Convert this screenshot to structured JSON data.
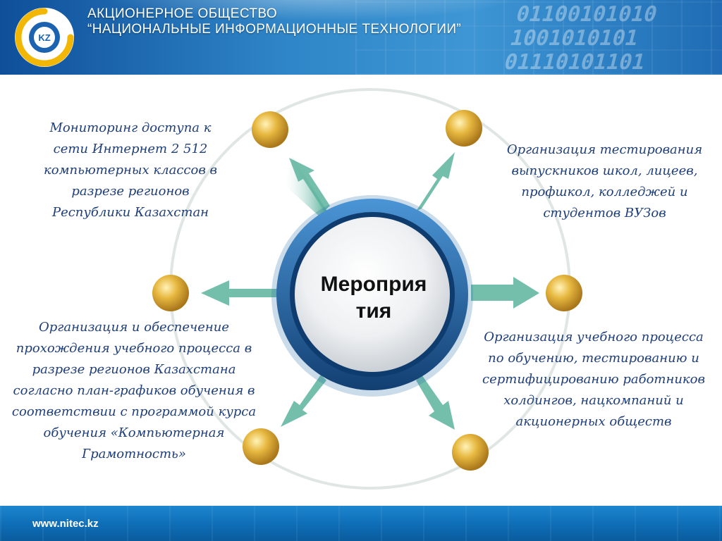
{
  "header": {
    "org_line1": "АКЦИОНЕРНОЕ ОБЩЕСТВО",
    "org_line2": "“НАЦИОНАЛЬНЫЕ ИНФОРМАЦИОННЫЕ ТЕХНОЛОГИИ”",
    "logo_text": "KZ",
    "binary_decoration": [
      "01100101010",
      "1001010101",
      "01110101101"
    ]
  },
  "diagram": {
    "center_line1": "Мероприя",
    "center_line2": "тия",
    "items": [
      {
        "lines": [
          "Мониторинг доступа к",
          "сети Интернет 2 512",
          "компьютерных классов в",
          "разрезе регионов",
          "Республики Казахстан"
        ]
      },
      {
        "lines": [
          "Организация тестирования",
          "выпускников школ, лицеев,",
          "профшкол, колледжей и",
          "студентов ВУЗов"
        ]
      },
      {
        "lines": [
          "Организация и обеспечение",
          "прохождения учебного процесса в",
          "разрезе регионов Казахстана",
          "согласно план-графиков обучения в",
          "соответствии с программой курса",
          "обучения  «Компьютерная",
          "Грамотность»"
        ]
      },
      {
        "lines": [
          "Организация учебного процесса",
          "по обучению, тестированию и",
          "сертифицированию работников",
          "холдингов, нацкомпаний и",
          "акционерных обществ"
        ]
      }
    ]
  },
  "footer": {
    "url": "www.nitec.kz"
  },
  "colors": {
    "header_blue": "#1f6cb4",
    "text_navy": "#1f3f7a",
    "ring_blue": "#1d5f9c",
    "node_gold": "#d9a52e",
    "arrow_teal": "#4fae98"
  }
}
